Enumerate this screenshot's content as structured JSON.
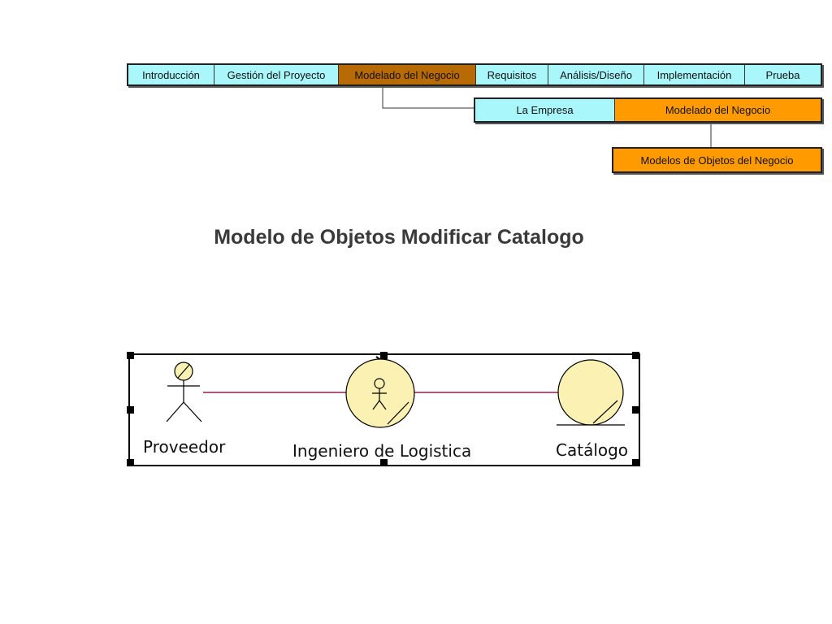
{
  "nav": {
    "tabs": [
      {
        "label": "Introducción",
        "active": false
      },
      {
        "label": "Gestión del Proyecto",
        "active": false
      },
      {
        "label": "Modelado del Negocio",
        "active": true
      },
      {
        "label": "Requisitos",
        "active": false
      },
      {
        "label": "Análisis/Diseño",
        "active": false
      },
      {
        "label": "Implementación",
        "active": false
      },
      {
        "label": "Prueba",
        "active": false
      }
    ]
  },
  "subnav": {
    "tabs": [
      {
        "label": "La Empresa",
        "active": false
      },
      {
        "label": "Modelado del Negocio",
        "active": true
      }
    ]
  },
  "leaf": {
    "label": "Modelos de Objetos del  Negocio"
  },
  "title": "Modelo de Objetos Modificar Catalogo",
  "diagram": {
    "actor_label": "Proveedor",
    "worker_label": "Ingeniero de Logistica",
    "entity_label": "Catálogo"
  },
  "colors": {
    "tab_cyan": "#aaf7fb",
    "tab_active_brown": "#b86b05",
    "tab_orange": "#ff9a00",
    "uml_fill": "#fbf1b3",
    "association_line": "#8b2252"
  }
}
